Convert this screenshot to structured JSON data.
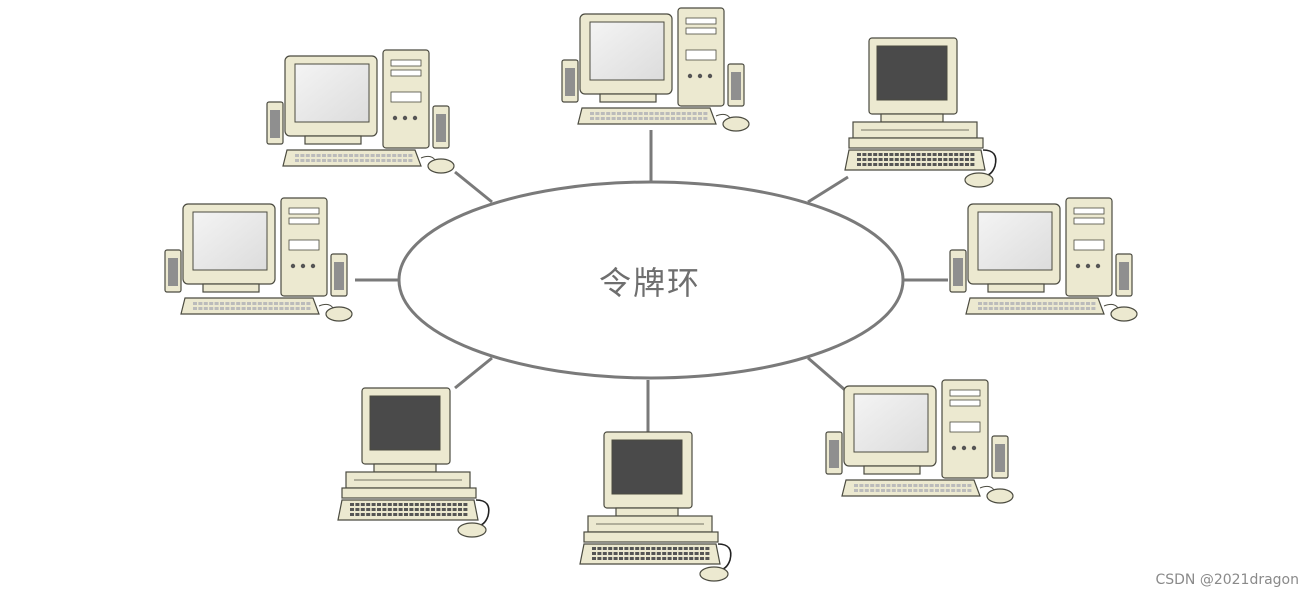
{
  "diagram": {
    "center_label": "令牌环",
    "watermark": "CSDN @2021dragon",
    "colors": {
      "line": "#7a7a7a",
      "body": "#ece9d0",
      "outline": "#4b4b40",
      "screen_light": "#dcdcdc",
      "screen_dark": "#4a4a4a",
      "speaker": "#8f8f8f"
    },
    "nodes": [
      {
        "name": "pc-top",
        "type": "tower"
      },
      {
        "name": "pc-top-right",
        "type": "classic"
      },
      {
        "name": "pc-right",
        "type": "tower"
      },
      {
        "name": "pc-bottom-right",
        "type": "tower"
      },
      {
        "name": "pc-bottom",
        "type": "classic"
      },
      {
        "name": "pc-bottom-left",
        "type": "classic"
      },
      {
        "name": "pc-left",
        "type": "tower"
      },
      {
        "name": "pc-top-left",
        "type": "tower"
      }
    ]
  }
}
